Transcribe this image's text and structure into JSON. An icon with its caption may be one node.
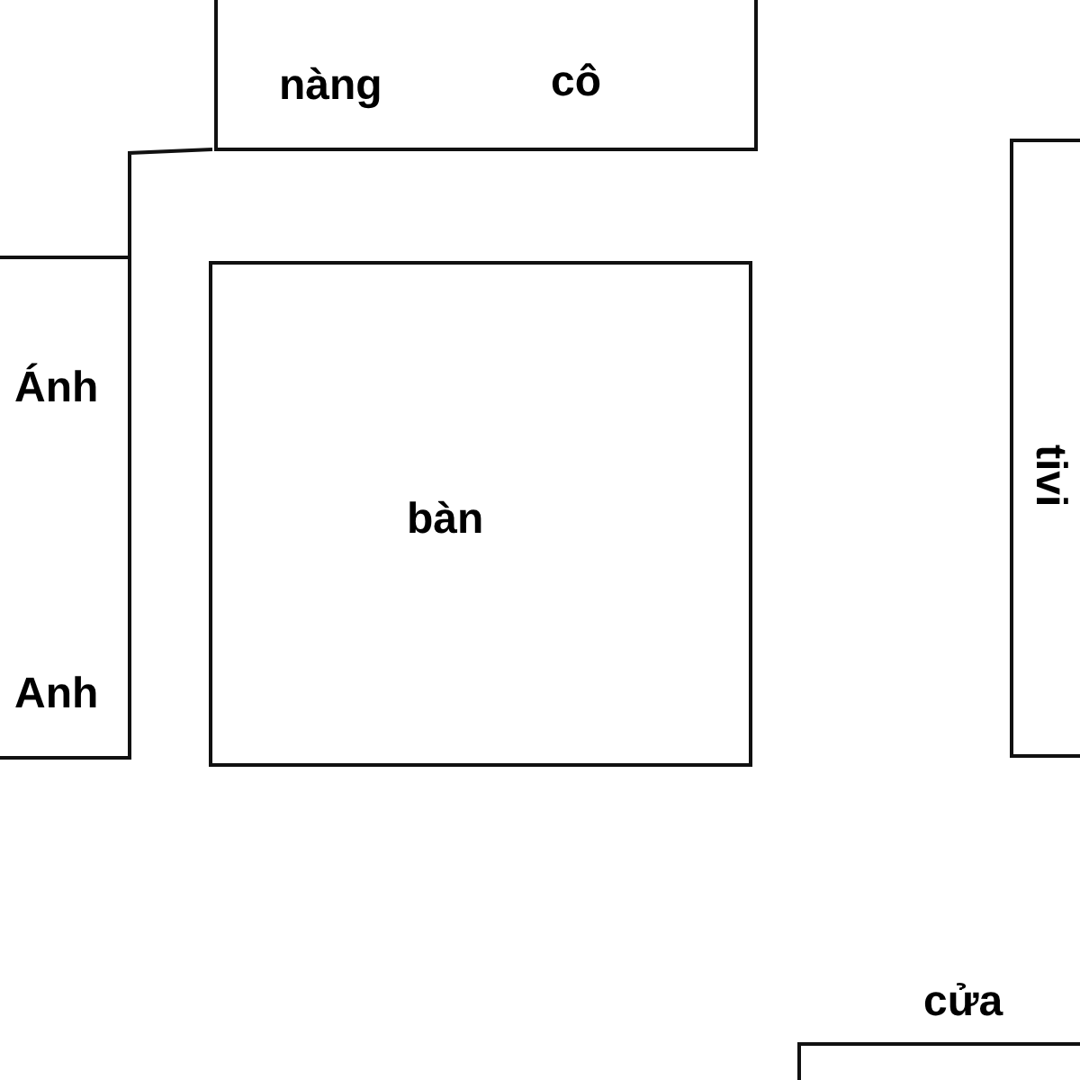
{
  "diagram": {
    "nodes": [
      {
        "text": [
          "nàng",
          "cô"
        ]
      },
      {
        "text": [
          "Ánh",
          "Anh"
        ]
      },
      {
        "text": [
          "bàn"
        ]
      },
      {
        "text": [
          "tivi"
        ]
      },
      {
        "text": [
          "cửa"
        ]
      }
    ]
  }
}
